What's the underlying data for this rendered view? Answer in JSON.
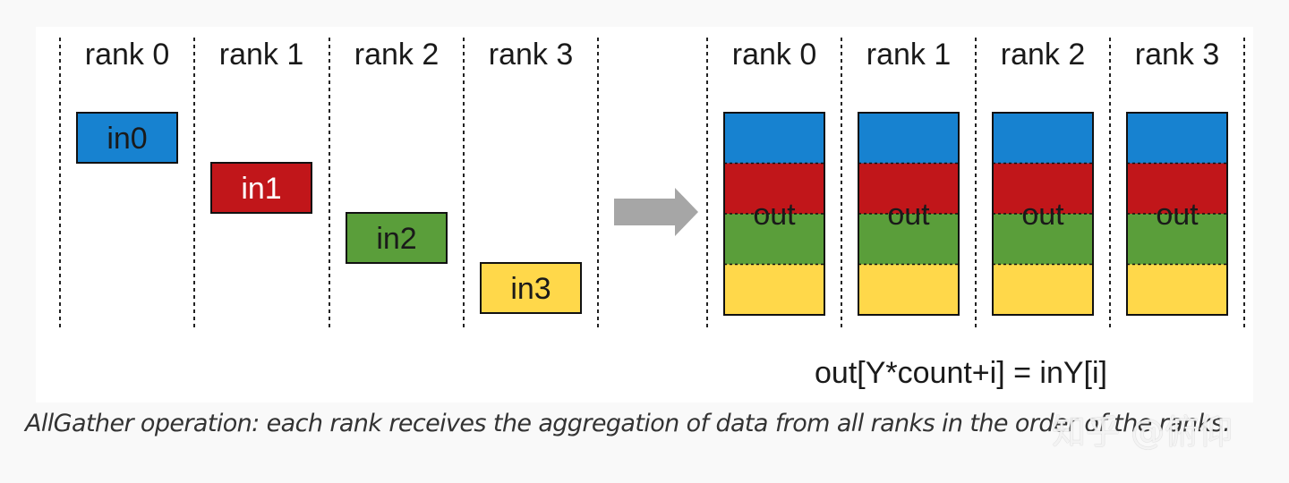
{
  "colors": {
    "blue": "#1782d0",
    "red": "#c1161a",
    "green": "#5a9e3a",
    "yellow": "#ffd84a",
    "arrow": "#a6a6a6",
    "divider": "#222222"
  },
  "before": {
    "ranks": [
      "rank 0",
      "rank 1",
      "rank 2",
      "rank 3"
    ],
    "blocks": [
      {
        "label": "in0",
        "color": "#1782d0",
        "text_color": "#1a1a1a"
      },
      {
        "label": "in1",
        "color": "#c1161a",
        "text_color": "#ffffff"
      },
      {
        "label": "in2",
        "color": "#5a9e3a",
        "text_color": "#1a1a1a"
      },
      {
        "label": "in3",
        "color": "#ffd84a",
        "text_color": "#1a1a1a"
      }
    ]
  },
  "after": {
    "ranks": [
      "rank 0",
      "rank 1",
      "rank 2",
      "rank 3"
    ],
    "stack_label": "out",
    "stack_colors": [
      "#1782d0",
      "#c1161a",
      "#5a9e3a",
      "#ffd84a"
    ]
  },
  "arrow_icon": "right-arrow-icon",
  "formula": "out[Y*count+i] = inY[i]",
  "caption": "AllGather operation: each rank receives the aggregation of data from all ranks in the order of the ranks.",
  "watermark": "知乎 @俯仰"
}
